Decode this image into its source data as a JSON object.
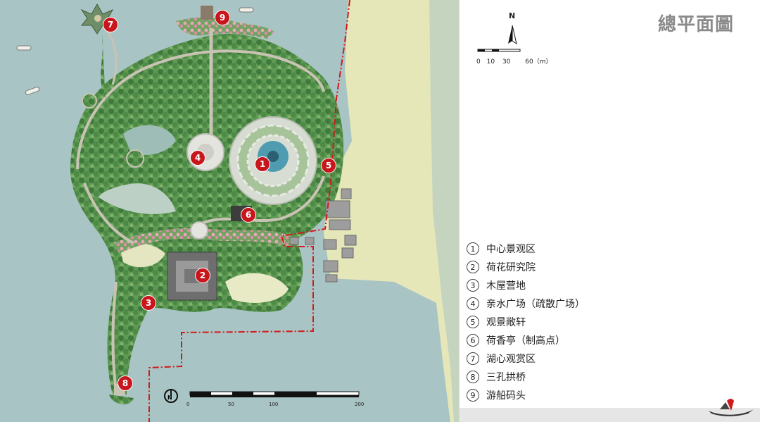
{
  "title": "總平面圖",
  "north_label": "N",
  "top_scale": {
    "ticks": [
      "0",
      "10",
      "30",
      "60"
    ],
    "unit": "（m）"
  },
  "bottom_scale": {
    "ticks": [
      "0",
      "50",
      "100",
      "200"
    ],
    "north_symbol": "N"
  },
  "legend": [
    {
      "num": "①",
      "label": "中心景观区"
    },
    {
      "num": "②",
      "label": "荷花研究院"
    },
    {
      "num": "③",
      "label": "木屋营地"
    },
    {
      "num": "④",
      "label": "亲水广场（疏散广场）"
    },
    {
      "num": "⑤",
      "label": "观景敞轩"
    },
    {
      "num": "⑥",
      "label": "荷香亭（制高点）"
    },
    {
      "num": "⑦",
      "label": "湖心观赏区"
    },
    {
      "num": "⑧",
      "label": "三孔拱桥"
    },
    {
      "num": "⑨",
      "label": "游船码头"
    }
  ],
  "markers": [
    "1",
    "2",
    "3",
    "4",
    "5",
    "6",
    "7",
    "8",
    "9"
  ],
  "colors": {
    "water": "#a9c4c4",
    "land_field": "#e6e7b8",
    "vegetation": "#4f8a4a",
    "marker": "#c8161d",
    "boundary": "#d11a1a"
  }
}
